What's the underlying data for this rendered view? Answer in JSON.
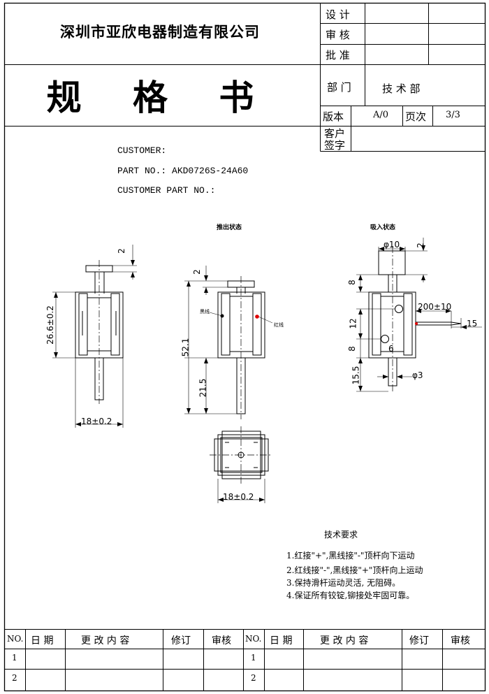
{
  "header": {
    "company": "深圳市亚欣电器制造有限公司",
    "title": "规 格 书",
    "approval": {
      "design": "设 计",
      "review": "审 核",
      "approve": "批 准"
    },
    "department_label": "部 门",
    "department_value": "技 术 部",
    "version_label": "版本",
    "version_value": "A/0",
    "page_label": "页次",
    "page_value": "3/3",
    "customer_sign_1": "客户",
    "customer_sign_2": "签字"
  },
  "info": {
    "customer": "CUSTOMER:",
    "part_no": "PART NO.: AKD0726S-24A60",
    "customer_part_no": "CUSTOMER PART NO.:"
  },
  "drawing": {
    "state_push": "推出状态",
    "state_pull": "吸入状态",
    "black_wire": "黑线",
    "red_wire": "红线",
    "dims": {
      "d2_left": "2",
      "height_left": "26.6±0.2",
      "width_left": "18±0.2",
      "d2_mid": "2",
      "total_mid": "52.1",
      "lower_mid": "21.5",
      "phi10": "φ10",
      "d2_right": "2",
      "d8_top": "8",
      "d12": "12",
      "d8_bot": "8",
      "d15_5": "15.5",
      "d6": "6",
      "phi3": "φ3",
      "wire_len": "200±10",
      "strip_len": "15",
      "width_bottom": "18±0.2"
    }
  },
  "requirements": {
    "title": "技术要求",
    "items": [
      "1.红接\"+\",黑线接\"-\"顶杆向下运动",
      "2.红线接\"-\",黑线接\"+\"顶杆向上运动",
      "3.保持滑杆运动灵活, 无阻碍。",
      "4.保证所有铰锭,铆接处牢固可靠。"
    ]
  },
  "revision_table": {
    "headers": [
      "NO.",
      "日 期",
      "更 改 内 容",
      "修订",
      "审核"
    ],
    "rows": [
      "1",
      "2"
    ]
  }
}
